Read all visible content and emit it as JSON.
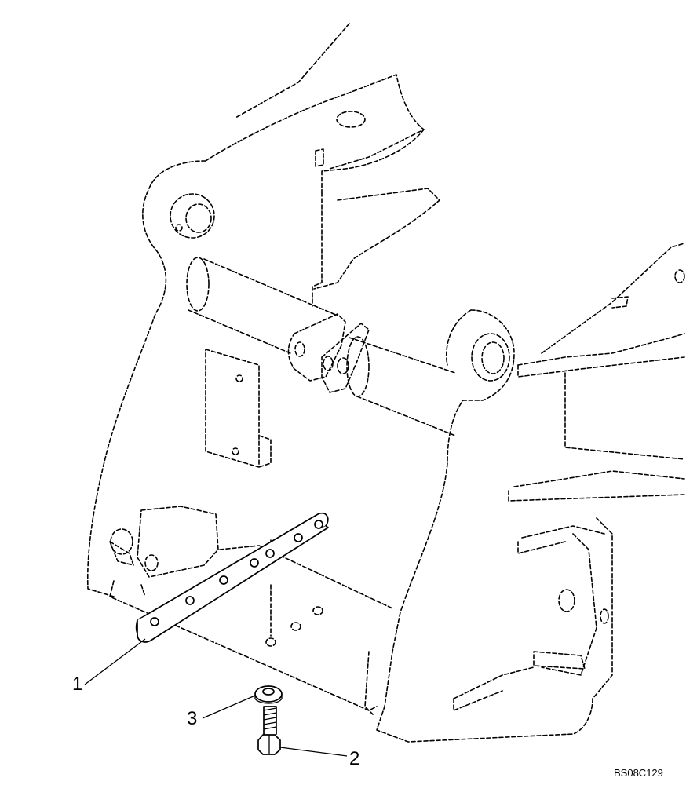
{
  "callouts": [
    {
      "id": "1",
      "label": "1",
      "part": "strip"
    },
    {
      "id": "2",
      "label": "2",
      "part": "bolt"
    },
    {
      "id": "3",
      "label": "3",
      "part": "washer"
    }
  ],
  "reference_code": "BS08C129"
}
